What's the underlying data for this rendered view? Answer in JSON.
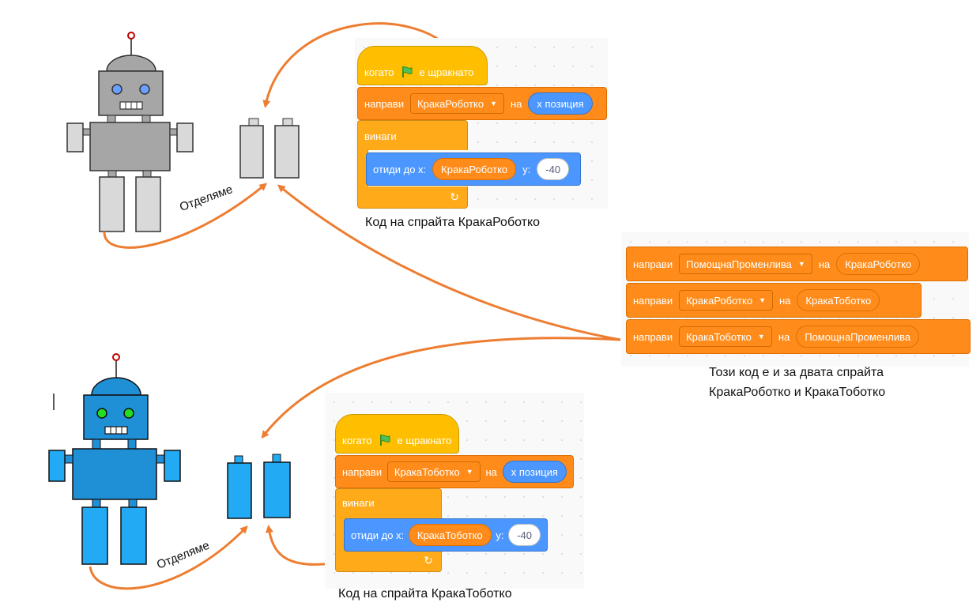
{
  "top_script": {
    "hat_text": "когато",
    "hat_text_end": "е щракнато",
    "set_label": "направи",
    "set_var": "КракаРоботко",
    "set_to": "на",
    "set_value": "x позиция",
    "forever": "винаги",
    "goto_label": "отиди до x:",
    "goto_x": "КракаРоботко",
    "goto_y_label": "y:",
    "goto_y": "-40",
    "caption": "Код на спрайта КракаРоботко"
  },
  "bottom_script": {
    "hat_text": "когато",
    "hat_text_end": "е щракнато",
    "set_label": "направи",
    "set_var": "КракаТоботко",
    "set_to": "на",
    "set_value": "x позиция",
    "forever": "винаги",
    "goto_label": "отиди до x:",
    "goto_x": "КракаТоботко",
    "goto_y_label": "y:",
    "goto_y": "-40",
    "caption": "Код на спрайта КракаТоботко"
  },
  "swap_script": {
    "row1": {
      "label": "направи",
      "var": "ПомощнаПроменлива",
      "to": "на",
      "value": "КракаРоботко"
    },
    "row2": {
      "label": "направи",
      "var": "КракаРоботко",
      "to": "на",
      "value": "КракаТоботко"
    },
    "row3": {
      "label": "направи",
      "var": "КракаТоботко",
      "to": "на",
      "value": "ПомощнаПроменлива"
    },
    "caption_line1": "Този код е и за двата спрайта",
    "caption_line2": "КракаРоботко и КракаТоботко"
  },
  "labels": {
    "separate_top": "Отделяме",
    "separate_bottom": "Отделяме"
  },
  "colors": {
    "arrow": "#ed7d31",
    "gray_robot": "#a6a6a6",
    "blue_robot": "#1f8fd6",
    "blue_legs": "#22aaf5",
    "eye_blue": "#6aa0ff",
    "eye_green": "#22dd22"
  }
}
